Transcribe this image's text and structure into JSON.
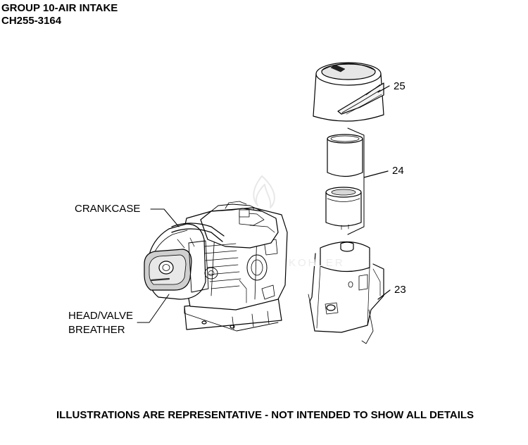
{
  "header": {
    "title": "GROUP 10-AIR INTAKE",
    "model": "CH255-3164"
  },
  "labels": {
    "crankcase": "CRANKCASE",
    "head_valve_line1": "HEAD/VALVE",
    "head_valve_line2": "BREATHER"
  },
  "callouts": {
    "p25": "25",
    "p24": "24",
    "p23": "23"
  },
  "footer": {
    "note": "ILLUSTRATIONS ARE REPRESENTATIVE - NOT INTENDED TO SHOW ALL DETAILS"
  },
  "logo_text": "KOHLER"
}
